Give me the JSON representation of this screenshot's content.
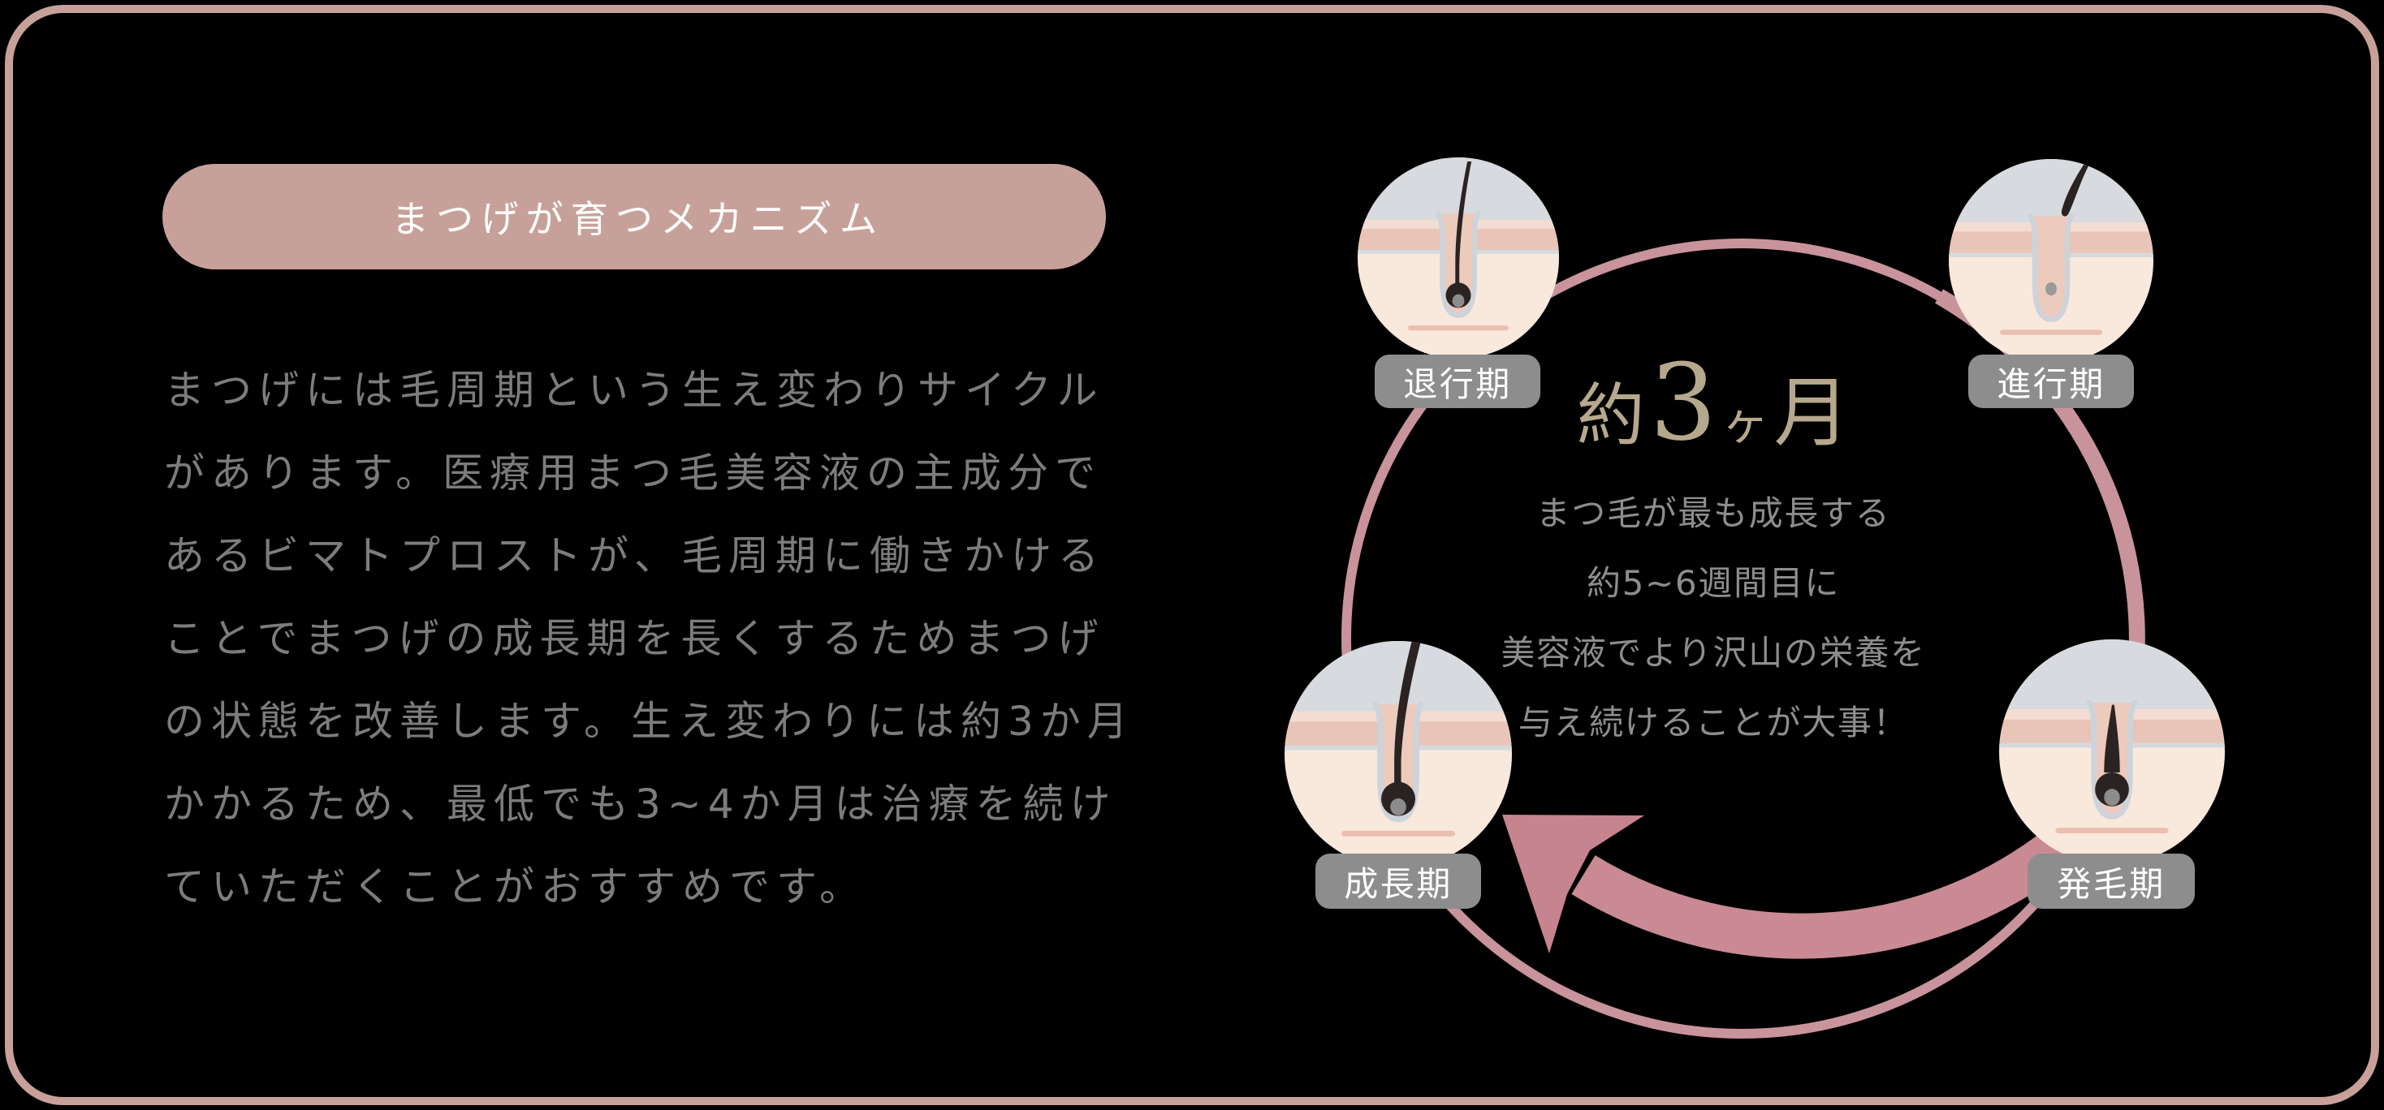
{
  "card": {
    "background": "#000000",
    "border_color": "#c7a199"
  },
  "title": {
    "text": "まつげが育つメカニズム",
    "pill_color": "#c7a199",
    "text_color": "#ffffff"
  },
  "intro": {
    "text": "まつげには毛周期という生え変わりサイクル\nがあります。医療用まつ毛美容液の主成分で\nあるビマトプロストが、毛周期に働きかける\nことでまつげの成長期を長くするためまつげ\nの状態を改善します。生え変わりには約3か月\nかかるため、最低でも3~4か月は治療を続け\nていただくことがおすすめです。"
  },
  "cycle": {
    "duration": {
      "about": "約",
      "number": "3",
      "counter": "ヶ",
      "month": "月",
      "color": "#b5a88c"
    },
    "note": "まつ毛が最も成長する\n約5~6週間目に\n美容液でより沢山の栄養を\n与え続けることが大事！",
    "phases": [
      {
        "id": "regression",
        "label": "退行期",
        "position": "top-left"
      },
      {
        "id": "progression",
        "label": "進行期",
        "position": "top-right"
      },
      {
        "id": "hair-start",
        "label": "発毛期",
        "position": "bottom-right"
      },
      {
        "id": "growth",
        "label": "成長期",
        "position": "bottom-left"
      }
    ],
    "badge_color": "#8d8d8d",
    "ring_color": "#c9939c",
    "arrow_color": "#c5848e"
  }
}
